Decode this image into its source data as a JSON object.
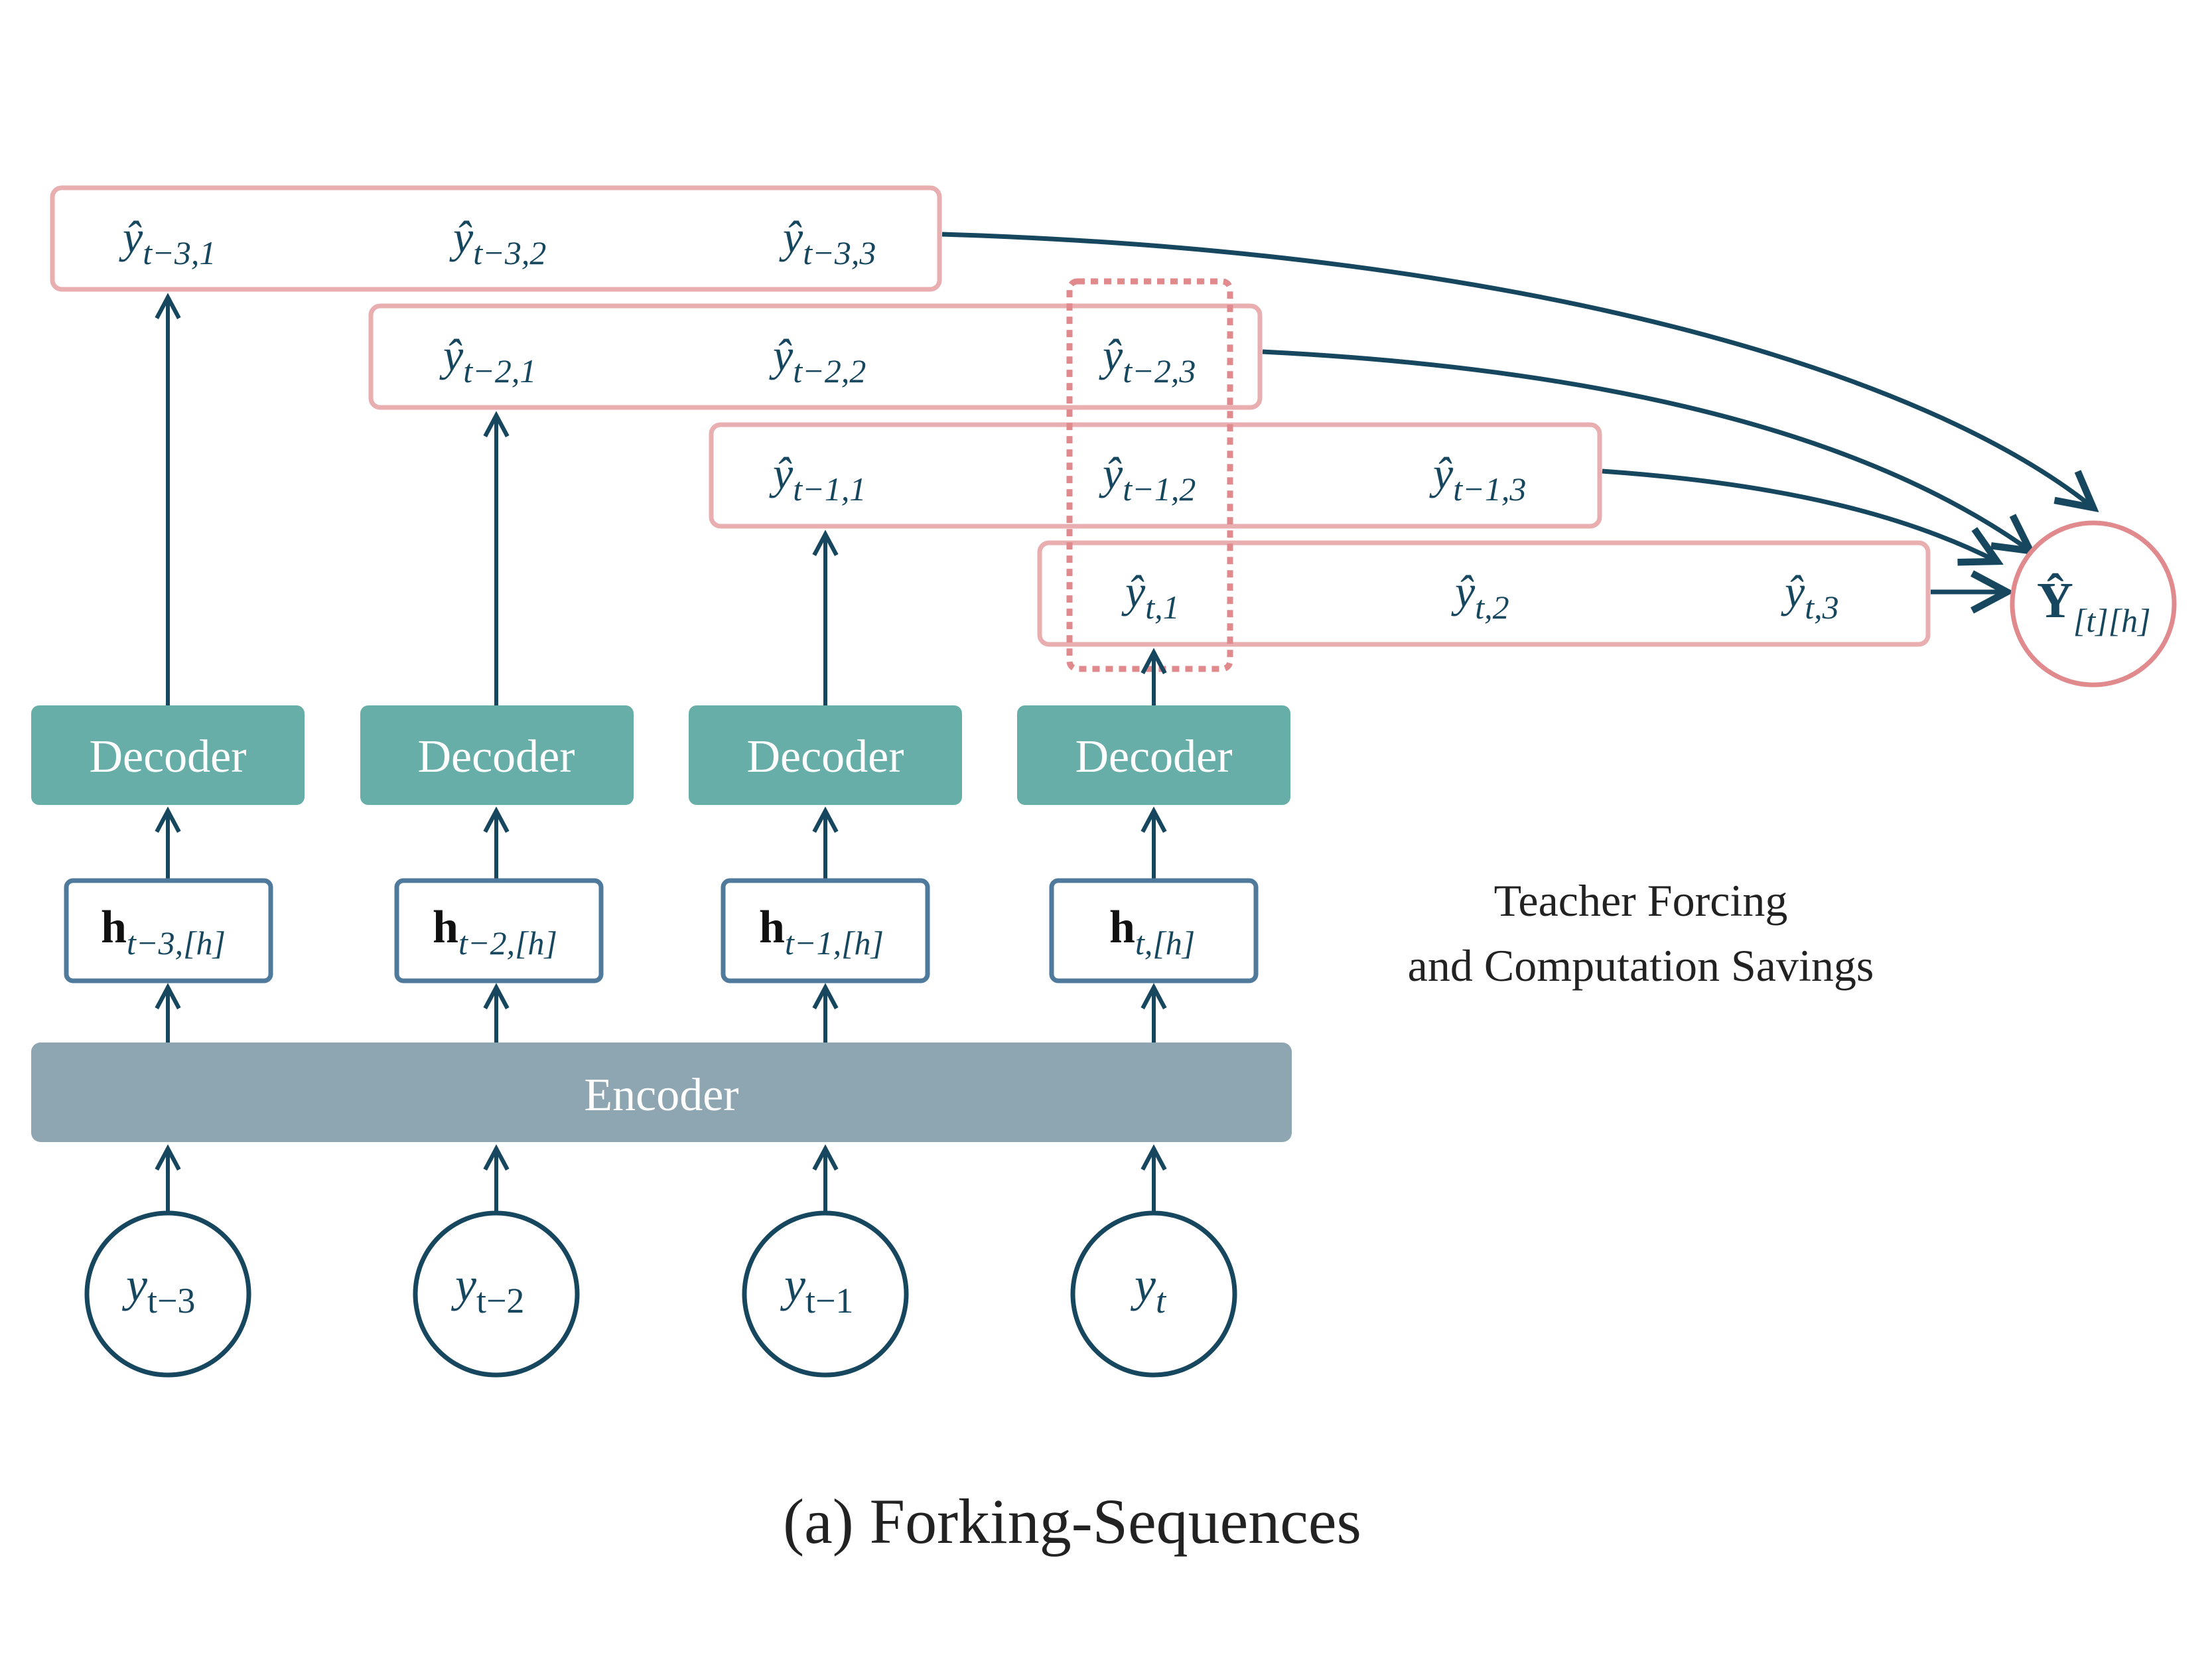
{
  "caption": "(a) Forking-Sequences",
  "annotation": {
    "line1": "Teacher Forcing",
    "line2": "and Computation Savings"
  },
  "colors": {
    "arrow": "#16475f",
    "forecast_box": "#e8aeb0",
    "highlight_dotted": "#e08a8e",
    "output_circle": "#e08a8e",
    "decoder_fill": "#68aea8",
    "encoder_fill": "#8ea6b2",
    "hidden_box_border": "#4f7a9c",
    "input_circle": "#16475f"
  },
  "encoder": {
    "label": "Encoder"
  },
  "decoders": [
    {
      "label": "Decoder"
    },
    {
      "label": "Decoder"
    },
    {
      "label": "Decoder"
    },
    {
      "label": "Decoder"
    }
  ],
  "hidden_states": [
    {
      "base": "h",
      "sub": "t−3,[h]"
    },
    {
      "base": "h",
      "sub": "t−2,[h]"
    },
    {
      "base": "h",
      "sub": "t−1,[h]"
    },
    {
      "base": "h",
      "sub": "t,[h]"
    }
  ],
  "inputs": [
    {
      "base": "y",
      "sub": "t−3"
    },
    {
      "base": "y",
      "sub": "t−2"
    },
    {
      "base": "y",
      "sub": "t−1"
    },
    {
      "base": "y",
      "sub": "t"
    }
  ],
  "forecast_rows": [
    {
      "origin": "t−3",
      "items": [
        {
          "base": "ŷ",
          "sub": "t−3,1"
        },
        {
          "base": "ŷ",
          "sub": "t−3,2"
        },
        {
          "base": "ŷ",
          "sub": "t−3,3"
        }
      ]
    },
    {
      "origin": "t−2",
      "items": [
        {
          "base": "ŷ",
          "sub": "t−2,1"
        },
        {
          "base": "ŷ",
          "sub": "t−2,2"
        },
        {
          "base": "ŷ",
          "sub": "t−2,3"
        }
      ]
    },
    {
      "origin": "t−1",
      "items": [
        {
          "base": "ŷ",
          "sub": "t−1,1"
        },
        {
          "base": "ŷ",
          "sub": "t−1,2"
        },
        {
          "base": "ŷ",
          "sub": "t−1,3"
        }
      ]
    },
    {
      "origin": "t",
      "items": [
        {
          "base": "ŷ",
          "sub": "t,1"
        },
        {
          "base": "ŷ",
          "sub": "t,2"
        },
        {
          "base": "ŷ",
          "sub": "t,3"
        }
      ]
    }
  ],
  "output": {
    "base": "Ŷ",
    "sub": "[t][h]"
  }
}
